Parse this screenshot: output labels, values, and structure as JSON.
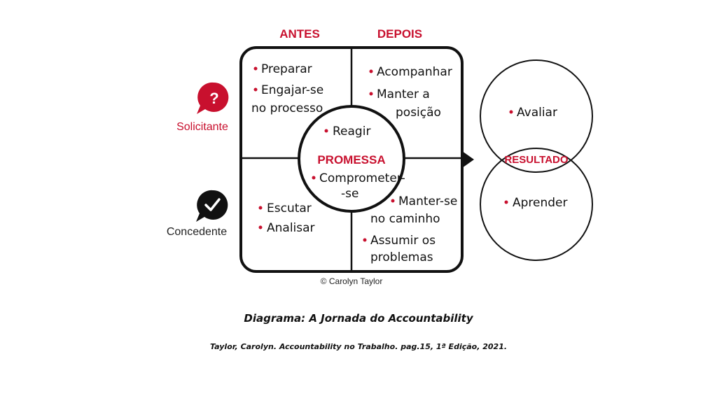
{
  "diagram": {
    "columns": {
      "before": "ANTES",
      "after": "DEPOIS"
    },
    "roles": {
      "requester": "Solicitante",
      "grantor": "Concedente"
    },
    "role_colors": {
      "requester": "#c8102e",
      "grantor": "#111111"
    },
    "accent_color": "#c8102e",
    "icons": {
      "requester": "question-bubble-icon",
      "grantor": "checkmark-bubble-icon"
    },
    "quadrants": {
      "top_left": {
        "item1": "Preparar",
        "item2_line1": "Engajar-se",
        "item2_line2": "no processo"
      },
      "top_right": {
        "item1": "Acompanhar",
        "item2_line1": "Manter a",
        "item2_line2": "posição"
      },
      "bottom_left": {
        "item1": "Escutar",
        "item2": "Analisar"
      },
      "bottom_right": {
        "item1_line1": "Manter-se",
        "item1_line2": "no caminho",
        "item2_line1": "Assumir os",
        "item2_line2": "problemas"
      }
    },
    "center": {
      "top": "Reagir",
      "label": "PROMESSA",
      "bottom_line1": "Comprometer-",
      "bottom_line2": "-se"
    },
    "result": {
      "top": "Avaliar",
      "label": "RESULTADO",
      "bottom": "Aprender"
    },
    "credit": "© Carolyn Taylor"
  },
  "caption": {
    "title": "Diagrama: A Jornada do Accountability",
    "source": "Taylor, Carolyn.  Accountability no Trabalho. pag.15, 1ª Edição, 2021."
  }
}
